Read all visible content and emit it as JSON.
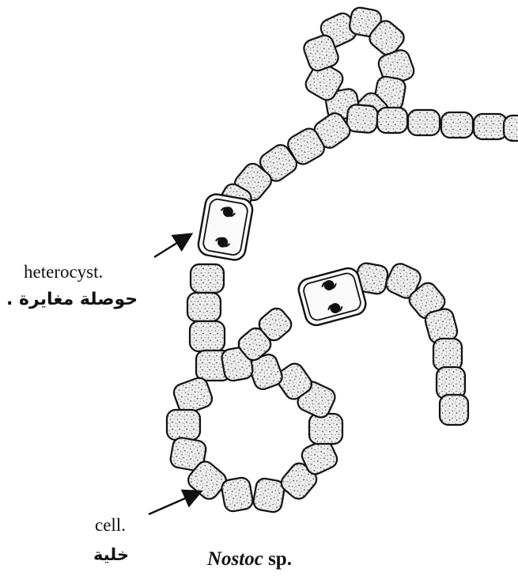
{
  "labels": {
    "heterocyst": "heterocyst.",
    "heterocyst_ar": "حوصلة مغايرة .",
    "cell": "cell.",
    "cell_ar": "خلية"
  },
  "caption": {
    "genus": "Nostoc",
    "species": "sp."
  },
  "colors": {
    "ink": "#111111",
    "cell_fill": "#ececec",
    "background": "#ffffff"
  },
  "icons": {
    "heterocyst_pointer": "arrow",
    "cell_pointer": "arrow"
  }
}
